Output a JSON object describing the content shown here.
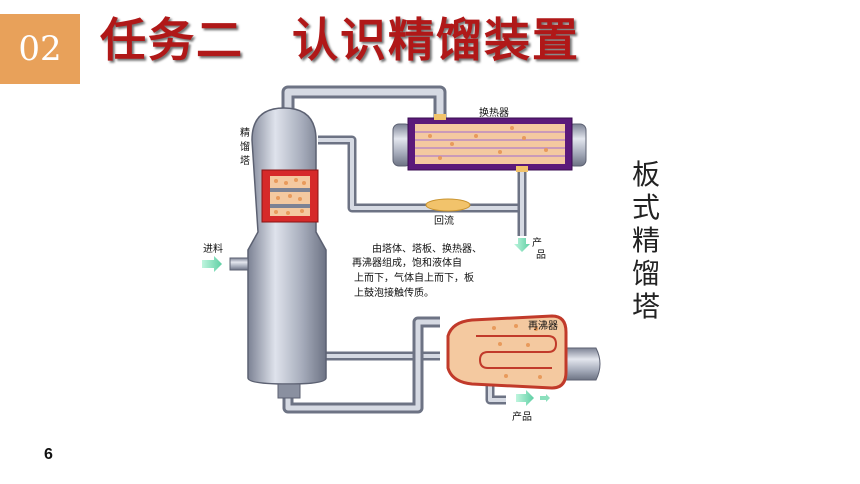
{
  "header": {
    "section_number": "02",
    "title": "任务二　认识精馏装置"
  },
  "diagram": {
    "column_label": [
      "精",
      "馏",
      "塔"
    ],
    "condenser_label": "换热器",
    "reflux_label": "回流",
    "feed_label": "进料",
    "product_top_label": "产品",
    "reboiler_label": "再沸器",
    "product_bottom_label": "产品",
    "description": [
      "由塔体、塔板、换热器、",
      "再沸器组成，饱和液体自",
      "上而下，气体自上而下，板",
      "上鼓泡接触传质。"
    ]
  },
  "side_label": "板式精馏塔",
  "page_number": "6",
  "colors": {
    "title_red": "#b01818",
    "badge_orange": "#e8a15a",
    "steel": "#9ea4b4",
    "tray_red": "#d62a2a",
    "liquid": "#f4c9a0",
    "tube_purple": "#5b1a7a"
  }
}
